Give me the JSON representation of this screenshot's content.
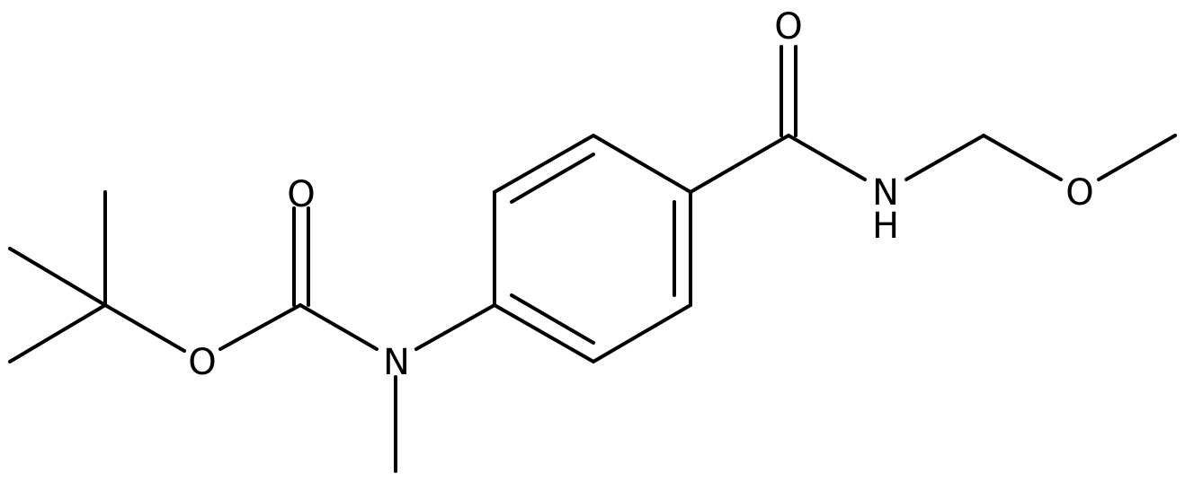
{
  "molecule": {
    "atoms": {
      "carbonyl_o_left": "O",
      "ester_o": "O",
      "amine_n": "N",
      "carbonyl_o_right": "O",
      "amide_n": "N",
      "amide_h": "H",
      "ether_o": "O"
    }
  },
  "colors": {
    "bond": "#000000",
    "label": "#000000",
    "background": "#ffffff"
  }
}
